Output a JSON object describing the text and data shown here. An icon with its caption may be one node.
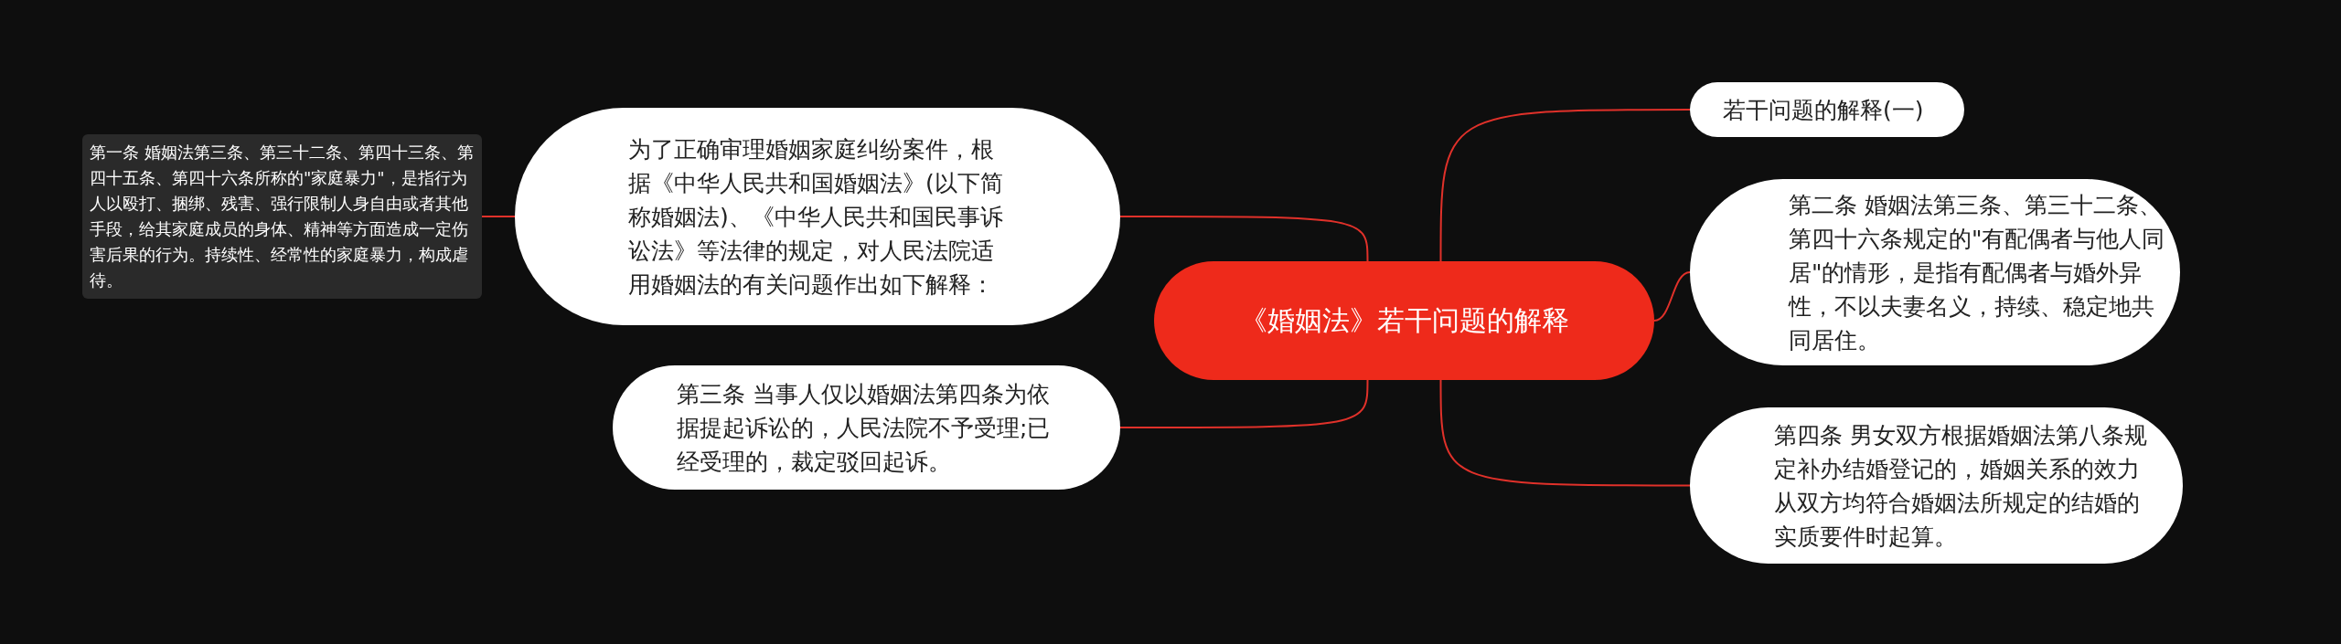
{
  "diagram": {
    "nodes": [
      {
        "text": [
          "《婚姻法》若干问题的解释"
        ]
      },
      {
        "text": [
          "若干问题的解释(一)"
        ]
      },
      {
        "text": [
          "第二条 婚姻法第三条、第三十二条、第四十六条规定的\"有配偶者与他人同居\"的情形，是指有配偶者与婚外异性，不以夫妻名义，持续、稳定地共同居住。"
        ]
      },
      {
        "text": [
          "第四条 男女双方根据婚姻法第八条规定补办结婚登记的，婚姻关系的效力从双方均符合婚姻法所规定的结婚的实质要件时起算。"
        ]
      },
      {
        "text": [
          "为了正确审理婚姻家庭纠纷案件，根据《中华人民共和国婚姻法》(以下简称婚姻法)、《中华人民共和国民事诉讼法》等法律的规定，对人民法院适用婚姻法的有关问题作出如下解释："
        ]
      },
      {
        "text": [
          "第三条 当事人仅以婚姻法第四条为依据提起诉讼的，人民法院不予受理;已经受理的，裁定驳回起诉。"
        ]
      },
      {
        "text": [
          "第一条 婚姻法第三条、第三十二条、第四十三条、第四十五条、第四十六条所称的\"家庭暴力\"，是指行为人以殴打、捆绑、残害、强行限制人身自由或者其他手段，给其家庭成员的身体、精神等方面造成一定伤害后果的行为。持续性、经常性的家庭暴力，构成虐待。"
        ]
      }
    ],
    "edges": [
      {
        "from": 0,
        "to": 1,
        "arrow": "none"
      },
      {
        "from": 0,
        "to": 2,
        "arrow": "none"
      },
      {
        "from": 0,
        "to": 3,
        "arrow": "none"
      },
      {
        "from": 0,
        "to": 4,
        "arrow": "none"
      },
      {
        "from": 0,
        "to": 5,
        "arrow": "none"
      },
      {
        "from": 4,
        "to": 6,
        "arrow": "none"
      }
    ]
  }
}
